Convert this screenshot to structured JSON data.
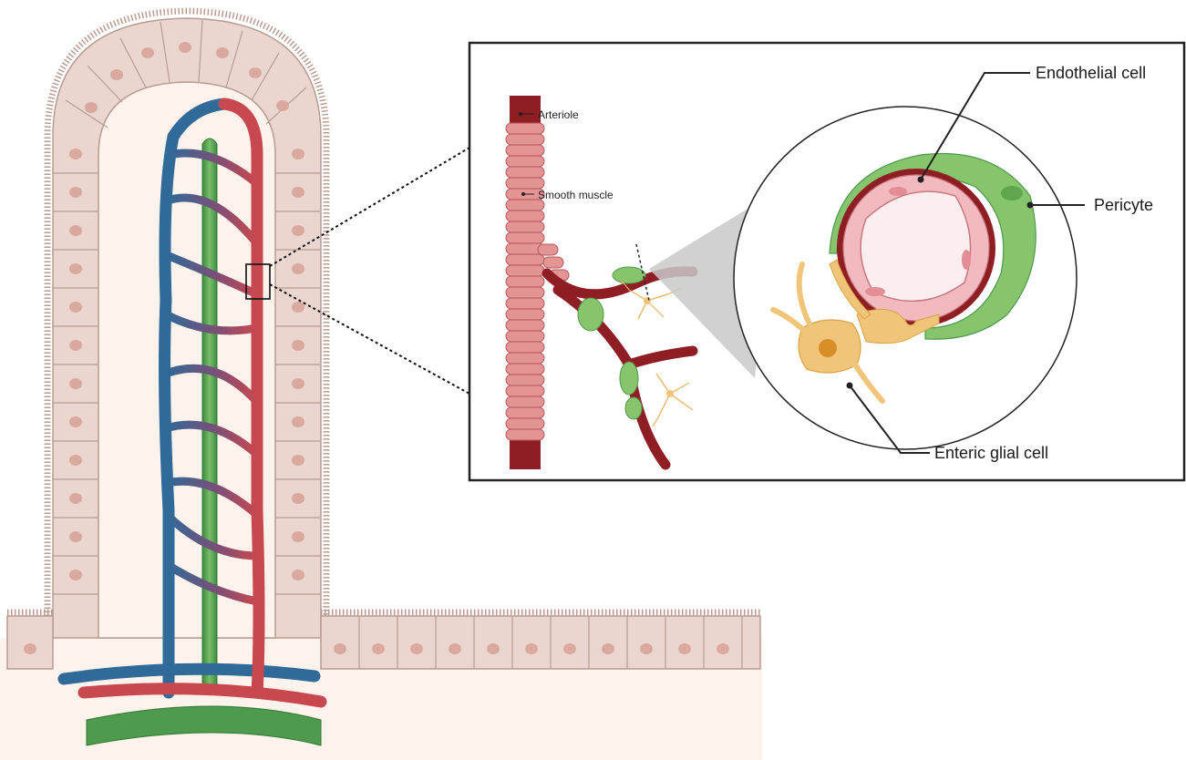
{
  "labels": {
    "arteriole": "Arteriole",
    "smooth_muscle": "Smooth muscle",
    "endothelial_cell": "Endothelial cell",
    "pericyte": "Pericyte",
    "enteric_glial_cell": "Enteric glial cell"
  },
  "colors": {
    "epithelium_fill": "#ead6cf",
    "epithelium_stroke": "#b89c92",
    "nucleus": "#d9a9a0",
    "lamina_propria": "#fdf3ec",
    "artery_red": "#c8484f",
    "vein_blue": "#2f6a98",
    "lacteal_green": "#4f9a4e",
    "pericyte_green": "#86c56b",
    "endothelium_pink": "#f2b9bf",
    "vessel_dark_red": "#8f1d24",
    "smooth_muscle_pink": "#e59494",
    "glia_yellow": "#f0c479",
    "frame": "#222222"
  }
}
